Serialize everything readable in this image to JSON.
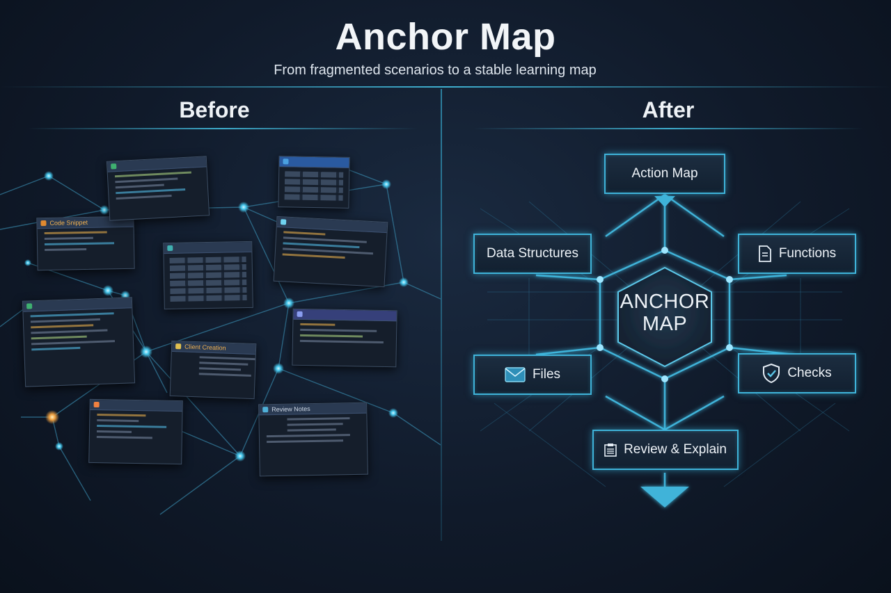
{
  "header": {
    "title": "Anchor Map",
    "subtitle": "From fragmented scenarios to a stable learning map"
  },
  "before": {
    "heading": "Before",
    "cards": [
      {
        "title": "Code Snippet"
      },
      {
        "title": "Client Creation"
      },
      {
        "title": "Review Notes"
      }
    ]
  },
  "after": {
    "heading": "After",
    "center": {
      "line1": "ANCHOR",
      "line2": "MAP"
    },
    "nodes": {
      "top": "Action Map",
      "left_upper": "Data Structures",
      "right_upper": "Functions",
      "left_lower": "Files",
      "right_lower": "Checks",
      "bottom": "Review & Explain"
    }
  },
  "colors": {
    "accent": "#3fb3d9",
    "background": "#101a2a",
    "orange_node": "#f0a040"
  },
  "icons": {
    "functions": "document-icon",
    "files": "envelope-icon",
    "checks": "shield-check-icon",
    "review": "checklist-icon"
  }
}
